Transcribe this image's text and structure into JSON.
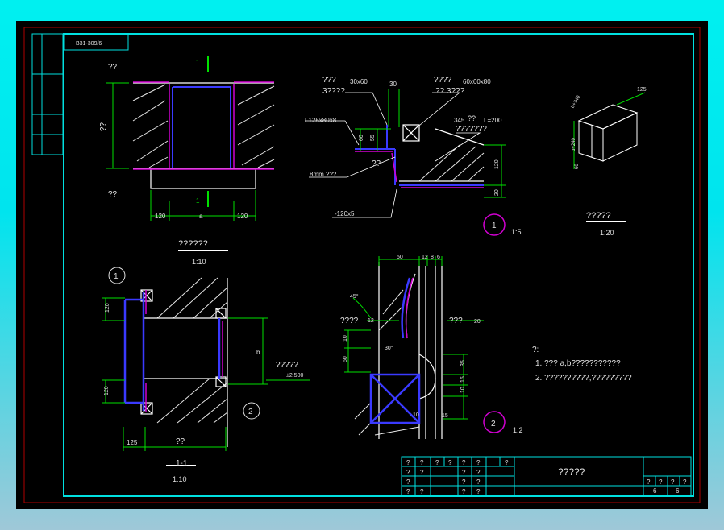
{
  "colors": {
    "background": "#000000",
    "frame_cyan": "#00e0e0",
    "border_red": "#b00000",
    "wall": "#ffffff",
    "steel_blue": "#3a3aff",
    "magenta": "#d000d0",
    "dimension_green": "#00e000"
  },
  "drawing_number": "B31-309/6",
  "detail_tl": {
    "label_top": "??",
    "label_mid": "??",
    "label_bottom": "??",
    "section_mark_top": "1",
    "section_mark_bottom": "1",
    "dims": [
      "120",
      "a",
      "120"
    ],
    "title": "??????",
    "scale": "1:10"
  },
  "detail_1": {
    "note_a": "???",
    "note_a2": "3????",
    "note_b": "30x60",
    "note_c": "30",
    "note_d": "????",
    "note_e": "60x60x80",
    "note_f": "??  3???",
    "note_g": "L125x80x8",
    "note_h": "345",
    "note_i": "??",
    "note_j": "L=200",
    "note_k": "???????",
    "note_l": "60",
    "note_m": "55",
    "note_n": "??",
    "note_o": "8mm ???",
    "note_p": "120",
    "note_q": "20",
    "note_r": "-120x5",
    "circle_label": "1",
    "scale": "1:5"
  },
  "detail_iso": {
    "dim_a": "125",
    "dim_b": "b+240",
    "dim_c": "b+240",
    "dim_d": "60",
    "title": "?????",
    "scale": "1:20"
  },
  "detail_section": {
    "circle_label": "1",
    "dim_top": "120",
    "dim_bottom": "120",
    "dim_right": "b",
    "note": "?????",
    "elev": "±2.500",
    "dim_bottom_left": "125",
    "dim_bottom_mid": "??",
    "ref_circle": "2",
    "title": "1-1",
    "scale": "1:10"
  },
  "detail_2": {
    "dim_50": "50",
    "dim_12": "12",
    "dim_8": "8",
    "dim_6": "6",
    "angle": "45°",
    "note_left": "????",
    "note_12": "12",
    "note_right": "???",
    "note_20": "20",
    "dim_10": "10",
    "dim_60": "60",
    "angle2": "30°",
    "dim_35": "35",
    "dim_15": "15",
    "dim_10b": "10",
    "dim_15b": "15",
    "dim_10c": "10",
    "circle_label": "2",
    "scale": "1:2"
  },
  "notes": {
    "heading": "?:",
    "line1": "1. ???  a,b???????????",
    "line2": "2. ??????????,?????????"
  },
  "title_block": {
    "title": "?????",
    "row1": [
      "?",
      "?",
      "?",
      "?",
      "?",
      "?",
      "?"
    ],
    "row2": [
      "?",
      "?",
      "?",
      "?"
    ],
    "row3": [
      "?",
      "?",
      "?"
    ],
    "row4": [
      "?",
      "?",
      "?",
      "?"
    ],
    "right_top": [
      "?",
      "?",
      "?",
      "?"
    ],
    "sheet_no": "6",
    "sheet_total": "6"
  }
}
